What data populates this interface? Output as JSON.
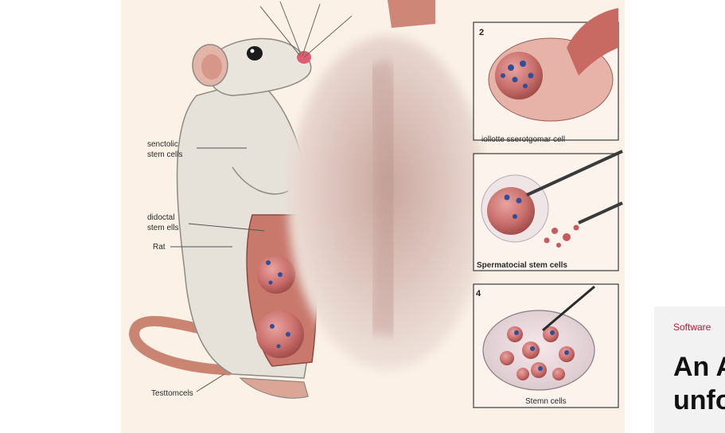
{
  "figure": {
    "panel_numbers": [
      "2",
      "4"
    ],
    "labels": {
      "left_top": [
        "senctolic",
        "stem cells"
      ],
      "left_mid": [
        "didoctal",
        "stem ells"
      ],
      "rat": "Rat",
      "left_bottom": "Testtomcels",
      "panel2_caption": "iollotte sserotgomar  cell",
      "panel3_caption": "Spermatocial stem cells",
      "panel4_caption": "Stemn cells"
    }
  },
  "article": {
    "category": "Software",
    "headline_line1": "An A",
    "headline_line2": "unfo"
  },
  "colors": {
    "background": "#ffffff",
    "figure_bg": "#fbf1e6",
    "card_bg": "#f2f2f2",
    "category": "#c8102e",
    "headline": "#111111"
  }
}
